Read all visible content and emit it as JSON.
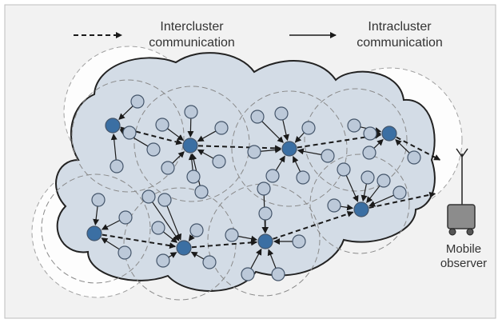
{
  "legend": {
    "inter_line1": "Intercluster",
    "inter_line2": "communication",
    "intra_line1": "Intracluster",
    "intra_line2": "communication"
  },
  "observer": {
    "line1": "Mobile",
    "line2": "observer"
  },
  "colors": {
    "background": "#f2f2f2",
    "cloud_fill": "#d3dce6",
    "head_node": "#3b6fa3",
    "member_node": "#bcc9d9",
    "node_stroke": "#44556a",
    "arrow": "#1a1a1a",
    "range_circle": "#888888",
    "robot_body": "#8c8c8c"
  }
}
